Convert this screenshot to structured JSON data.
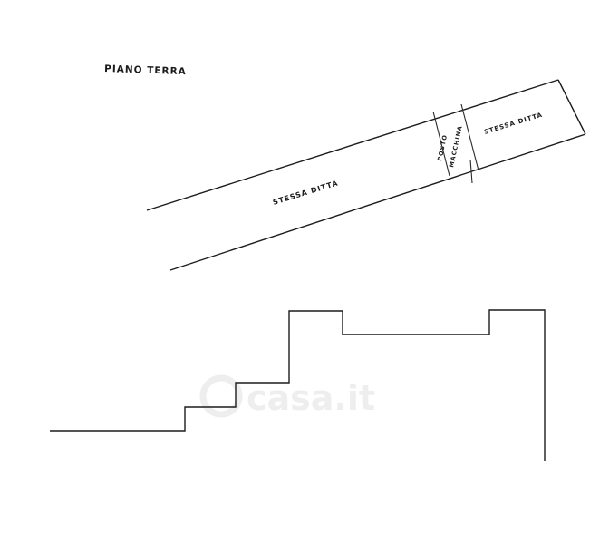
{
  "plan": {
    "floor_title": "PIANO TERRA",
    "labels": {
      "left_unit": "STESSA DITTA",
      "right_unit": "STESSA DITTA",
      "parking_line1": "POSTO",
      "parking_line2": "MACCHINA"
    }
  },
  "watermark": {
    "text": "casa.it"
  },
  "colors": {
    "ink": "#1c1c1c",
    "background": "#ffffff",
    "watermark": "#eeeeee"
  }
}
